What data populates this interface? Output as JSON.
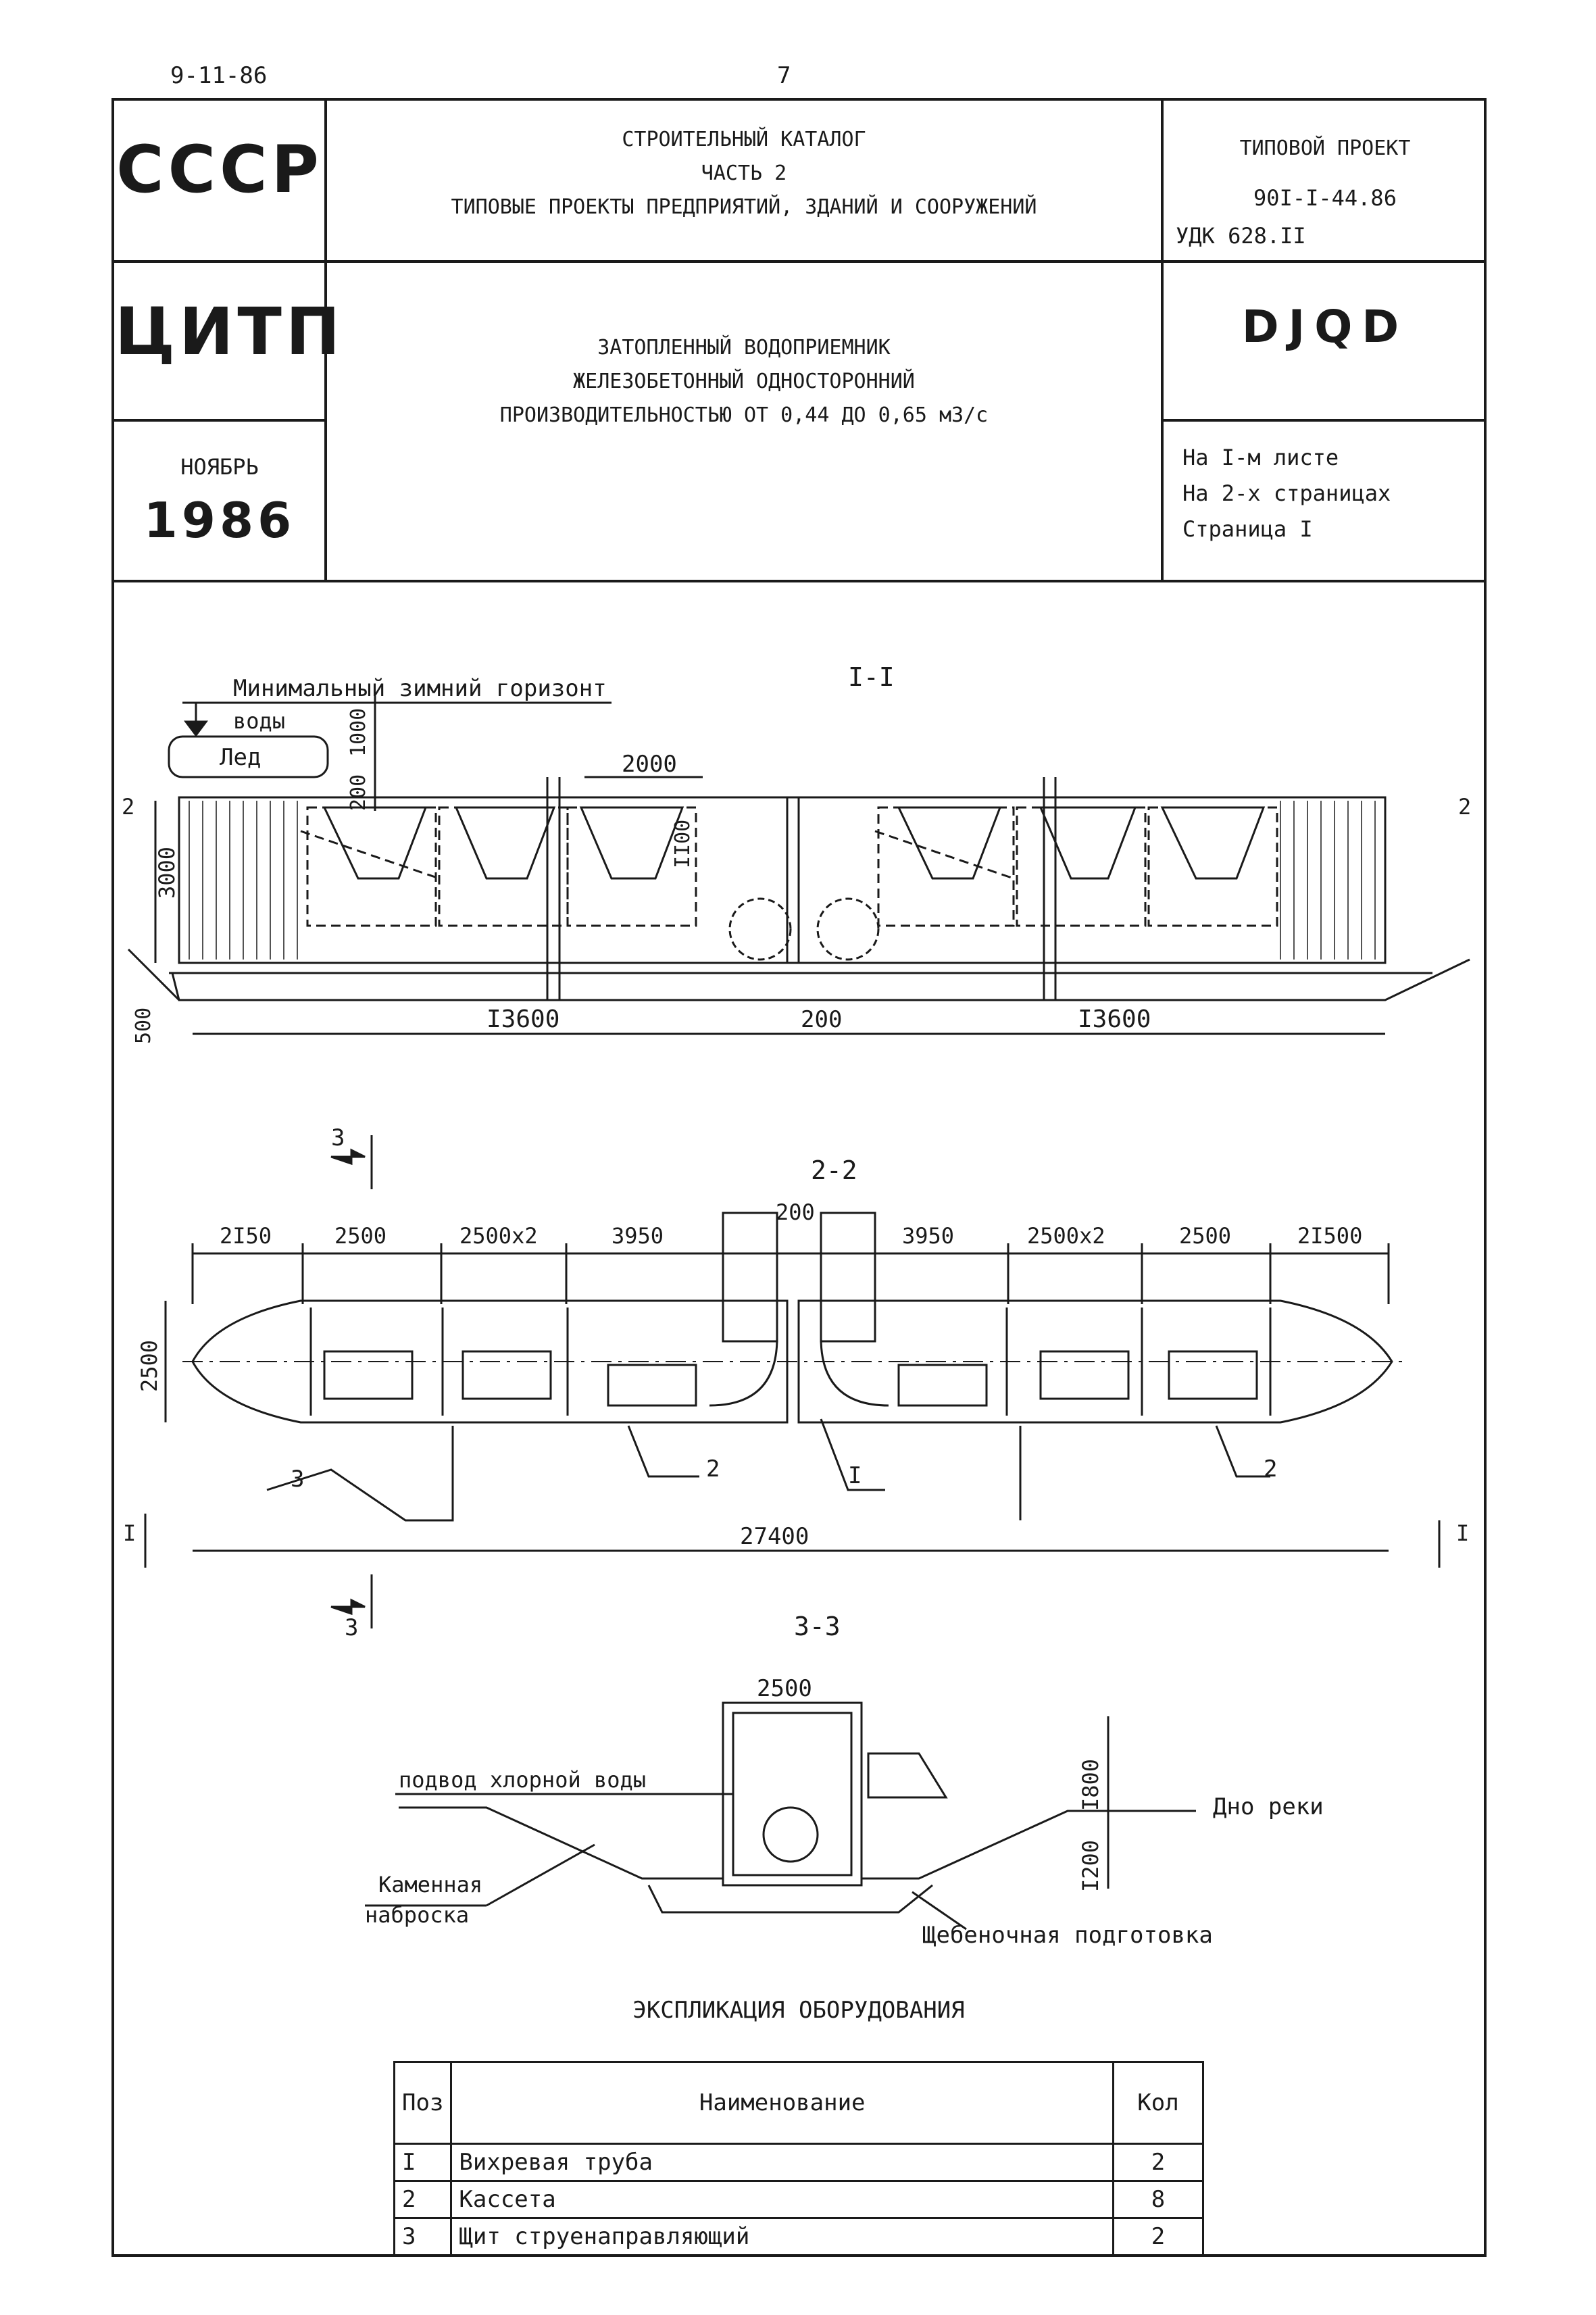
{
  "page": {
    "date_code": "9-11-86",
    "page_number": "7"
  },
  "header": {
    "ussr": "СССР",
    "citp": "ЦИТП",
    "month": "НОЯБРЬ",
    "year": "1986",
    "catalog_line1": "СТРОИТЕЛЬНЫЙ КАТАЛОГ",
    "catalog_line2": "ЧАСТЬ 2",
    "catalog_line3": "ТИПОВЫЕ ПРОЕКТЫ ПРЕДПРИЯТИЙ, ЗДАНИЙ И СООРУЖЕНИЙ",
    "project_label": "ТИПОВОЙ ПРОЕКТ",
    "project_number": "90I-I-44.86",
    "udc": "УДК 628.II",
    "title_line1": "ЗАТОПЛЕННЫЙ ВОДОПРИЕМНИК",
    "title_line2": "ЖЕЛЕЗОБЕТОННЫЙ ОДНОСТОРОННИЙ",
    "title_line3": "ПРОИЗВОДИТЕЛЬНОСТЬЮ ОТ 0,44 ДО 0,65 м3/с",
    "code": "DJQD",
    "sheet_line1": "На I-м листе",
    "sheet_line2": "На 2-х страницах",
    "sheet_line3": "Страница I"
  },
  "drawing": {
    "section1": {
      "title": "I-I",
      "label_min_horizon": "Минимальный зимний горизонт",
      "label_water": "воды",
      "label_ice": "Лед",
      "dim_200": "200",
      "dim_1000": "1000",
      "dim_2000": "2000",
      "dim_1100": "II00",
      "dim_3000": "3000",
      "dim_500": "500",
      "dim_13600_left": "I3600",
      "dim_200_mid": "200",
      "dim_13600_right": "I3600",
      "marker_2": "2"
    },
    "section2": {
      "title": "2-2",
      "marker_3": "3",
      "marker_I": "I",
      "dims": [
        "2I50",
        "2500",
        "2500x2",
        "3950",
        "200",
        "3950",
        "2500x2",
        "2500",
        "2I500"
      ],
      "dim_2500_height": "2500",
      "dim_total": "27400",
      "callout_3": "3",
      "callout_2a": "2",
      "callout_I": "I",
      "callout_2b": "2"
    },
    "section3": {
      "title": "3-3",
      "dim_2500": "2500",
      "dim_1800": "I800",
      "dim_1200": "I200",
      "label_chlorine": "подвод хлорной воды",
      "label_riverbed": "Дно реки",
      "label_stone_line1": "Каменная",
      "label_stone_line2": "наброска",
      "label_gravel": "Щебеночная подготовка"
    }
  },
  "explication": {
    "title": "ЭКСПЛИКАЦИЯ ОБОРУДОВАНИЯ",
    "headers": [
      "Поз",
      "Наименование",
      "Кол"
    ],
    "rows": [
      [
        "I",
        "Вихревая труба",
        "2"
      ],
      [
        "2",
        "Кассета",
        "8"
      ],
      [
        "3",
        "Щит струенаправляющий",
        "2"
      ]
    ]
  }
}
